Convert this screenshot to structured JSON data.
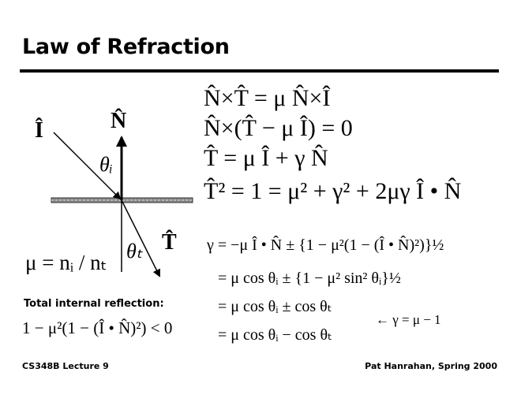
{
  "title": "Law of Refraction",
  "equations": [
    "N̂×T̂ = μ N̂×Î",
    "N̂×(T̂ − μ Î) = 0",
    "T̂ = μ Î + γ N̂",
    "T̂² = 1 = μ² + γ² + 2μγ Î • N̂"
  ],
  "derivation": [
    "γ = −μ Î • N̂ ± {1 − μ²(1 − (Î • N̂)²)}½",
    "= μ cos θᵢ ± {1 − μ² sin² θᵢ}½",
    "= μ cos θᵢ ± cos θₜ",
    "= μ cos θᵢ − cos θₜ"
  ],
  "gamma_note": "← γ = μ − 1",
  "diagram": {
    "incident_label": "Î",
    "normal_label": "N̂",
    "transmitted_label": "T̂",
    "theta_i": "θᵢ",
    "theta_t": "θₜ",
    "mu_def": "μ = nᵢ / nₜ"
  },
  "tir": {
    "heading": "Total internal reflection:",
    "formula": "1 − μ²(1 − (Î • N̂)²) < 0"
  },
  "footer": {
    "left": "CS348B Lecture 9",
    "right": "Pat Hanrahan, Spring 2000"
  }
}
